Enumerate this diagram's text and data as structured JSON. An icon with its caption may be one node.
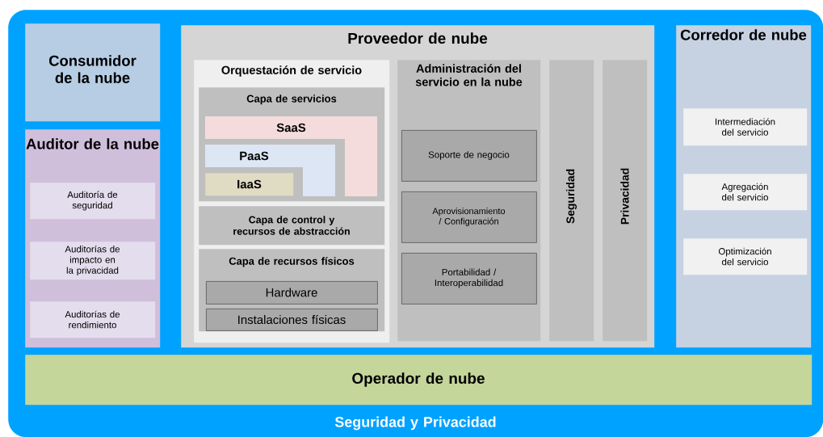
{
  "diagram": {
    "nodes": [
      {
        "text": [
          "Seguridad y Privacidad"
        ]
      },
      {
        "text": [
          "Consumidor de la nube"
        ],
        "in": 0
      },
      {
        "text": [
          "Auditor de la nube"
        ],
        "in": 0
      },
      {
        "text": [
          "Auditoría de seguridad"
        ],
        "in": 2
      },
      {
        "text": [
          "Auditorías de impacto en la privacidad"
        ],
        "in": 2
      },
      {
        "text": [
          "Auditorías de rendimiento"
        ],
        "in": 2
      },
      {
        "text": [
          "Proveedor de nube"
        ],
        "in": 0
      },
      {
        "text": [
          "Orquestación de servicio"
        ],
        "in": 6
      },
      {
        "text": [
          "Capa de servicios"
        ],
        "in": 7
      },
      {
        "text": [
          "SaaS"
        ],
        "in": 8
      },
      {
        "text": [
          "PaaS"
        ],
        "in": 8
      },
      {
        "text": [
          "IaaS"
        ],
        "in": 8
      },
      {
        "text": [
          "Capa de control y recursos de abstracción"
        ],
        "in": 7
      },
      {
        "text": [
          "Capa de recursos físicos"
        ],
        "in": 7
      },
      {
        "text": [
          "Hardware"
        ],
        "in": 13
      },
      {
        "text": [
          "Instalaciones físicas"
        ],
        "in": 13
      },
      {
        "text": [
          "Administración del servicio en la nube"
        ],
        "in": 6
      },
      {
        "text": [
          "Soporte de negocio"
        ],
        "in": 16
      },
      {
        "text": [
          "Aprovisionamiento / Configuración"
        ],
        "in": 16
      },
      {
        "text": [
          "Portabilidad / Interoperabilidad"
        ],
        "in": 16
      },
      {
        "text": [
          "Seguridad"
        ],
        "in": 6
      },
      {
        "text": [
          "Privacidad"
        ],
        "in": 6
      },
      {
        "text": [
          "Corredor de nube"
        ],
        "in": 0
      },
      {
        "text": [
          "Intermediación del servicio"
        ],
        "in": 22
      },
      {
        "text": [
          "Agregación del servicio"
        ],
        "in": 22
      },
      {
        "text": [
          "Optimización del servicio"
        ],
        "in": 22
      },
      {
        "text": [
          "Operador de nube"
        ],
        "in": 0
      }
    ]
  }
}
